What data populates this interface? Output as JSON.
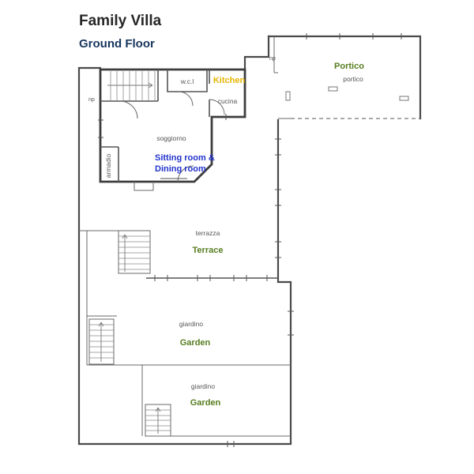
{
  "header": {
    "title": "Family Villa",
    "subtitle": "Ground Floor"
  },
  "colors": {
    "title": "#262626",
    "subtitle": "#17365d",
    "kitchen_label": "#e6b400",
    "outdoor_label": "#567d1f",
    "sitting_label": "#2233cc",
    "secondary_text": "#555555",
    "plan_lines": "#4a4a4a"
  },
  "plan": {
    "np_left": "np",
    "np_right": "np",
    "wc_label": "w.c.l",
    "kitchen": {
      "en": "Kitchen",
      "it": "cucina"
    },
    "portico": {
      "en": "Portico",
      "it": "portico"
    },
    "living": {
      "it": "soggiorno",
      "en_line1": "Sitting room &",
      "en_line2": "Dining room"
    },
    "closet": "armadio",
    "terrace": {
      "it": "terrazza",
      "en": "Terrace"
    },
    "garden_middle": {
      "it": "giardino",
      "en": "Garden"
    },
    "garden_lower": {
      "it": "giardino",
      "en": "Garden"
    }
  }
}
